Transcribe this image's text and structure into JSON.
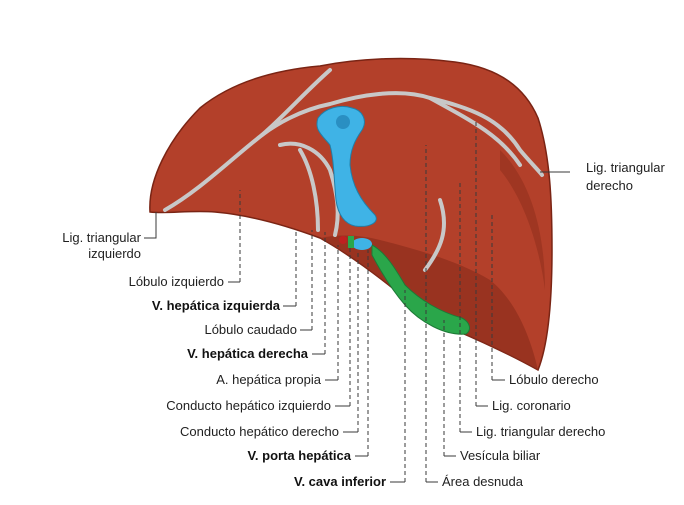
{
  "colors": {
    "liver": "#b3402a",
    "liver_dark": "#8e2d1c",
    "ligament": "#c8c8c8",
    "vein": "#3fb3e6",
    "gallbladder": "#2aa64a",
    "artery": "#c02020"
  },
  "labels": {
    "lig_triangular_izquierdo_1": "Lig. triangular",
    "lig_triangular_izquierdo_2": "izquierdo",
    "lig_triangular_derecho_top_1": "Lig. triangular",
    "lig_triangular_derecho_top_2": "derecho",
    "lobulo_izquierdo": "Lóbulo izquierdo",
    "v_hepatica_izquierda": "V. hepática izquierda",
    "lobulo_caudado": "Lóbulo caudado",
    "v_hepatica_derecha": "V. hepática derecha",
    "a_hepatica_propia": "A. hepática propia",
    "conducto_hepatico_izquierdo": "Conducto hepático izquierdo",
    "conducto_hepatico_derecho": "Conducto hepático derecho",
    "v_porta_hepatica": "V. porta hepática",
    "v_cava_inferior": "V. cava inferior",
    "lobulo_derecho": "Lóbulo derecho",
    "lig_coronario": "Lig. coronario",
    "lig_triangular_derecho": "Lig. triangular derecho",
    "vesicula_biliar": "Vesícula biliar",
    "area_desnuda": "Área desnuda"
  }
}
